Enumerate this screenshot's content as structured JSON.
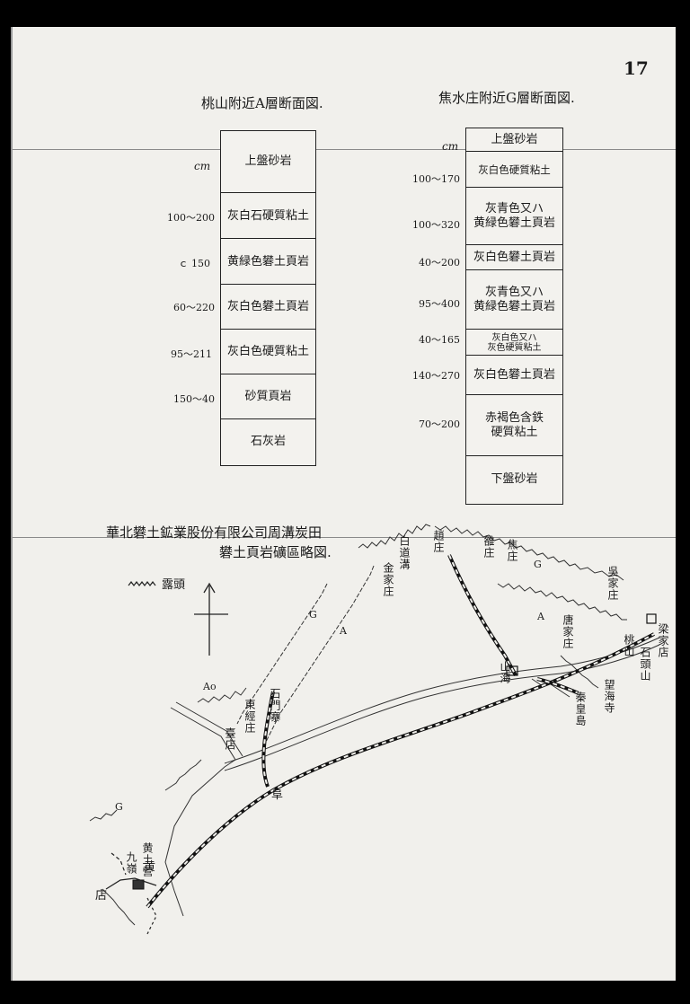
{
  "page_number": "17",
  "section1": {
    "title": "桃山附近A層断面図.",
    "unit": "cm",
    "layers": [
      {
        "thickness": "",
        "name": "上盤砂岩"
      },
      {
        "thickness": "100～200",
        "name": "灰白石硬質粘土"
      },
      {
        "thickness": "ｃ 150",
        "name": "黄緑色礬土頁岩"
      },
      {
        "thickness": "60～220",
        "name": "灰白色礬土頁岩"
      },
      {
        "thickness": "95～211",
        "name": "灰白色硬質粘土"
      },
      {
        "thickness": "150～40",
        "name": "砂質頁岩"
      },
      {
        "thickness": "",
        "name": "石灰岩"
      }
    ]
  },
  "section2": {
    "title": "焦水庄附近G層断面図.",
    "unit": "cm",
    "layers": [
      {
        "thickness": "",
        "name": "上盤砂岩"
      },
      {
        "thickness": "100～170",
        "name": "灰白色硬質粘土"
      },
      {
        "thickness": "100～320",
        "name_line1": "灰青色又ハ",
        "name_line2": "黄緑色礬土頁岩"
      },
      {
        "thickness": "40～200",
        "name": "灰白色礬土頁岩"
      },
      {
        "thickness": "95～400",
        "name_line1": "灰青色又ハ",
        "name_line2": "黄緑色礬土頁岩"
      },
      {
        "thickness": "40～165",
        "name_line1": "灰白色又ハ",
        "name_line2": "灰色硬質粘土"
      },
      {
        "thickness": "140～270",
        "name": "灰白色礬土頁岩"
      },
      {
        "thickness": "70～200",
        "name_line1": "赤褐色含鉄",
        "name_line2": "硬質粘土"
      },
      {
        "thickness": "",
        "name": "下盤砂岩"
      }
    ]
  },
  "map": {
    "title_line1": "華北礬土鉱業股份有限公司周溝炭田",
    "title_line2": "礬土頁岩礦區略図.",
    "legend": "露頭",
    "labels": {
      "ao": "Ao",
      "g_left": "G",
      "a_left": "A",
      "a_right": "A",
      "g_right": "G",
      "g_bottom": "G",
      "jinjiazhuang": "金家庄",
      "baidaogou": "白道溝",
      "zhaozhuang": "趙庄",
      "luozhuang": "雒庄",
      "jiaozhuang": "焦庄",
      "wujiazhuang": "吳家庄",
      "tangjiazhuang": "唐家庄",
      "liangjiadian": "梁家店",
      "taoshan": "桃山",
      "shitoushan": "石頭山",
      "wanghaisi": "望海寺",
      "qinhuangdao": "秦皇島",
      "dongjingzhuang": "東經庄",
      "shimenzhai": "石門寨",
      "tongdian": "臺店",
      "fu": "阜",
      "jiuling": "九嶺",
      "shanhai": "山海",
      "dian": "店",
      "huangtuying": "黄土營",
      "huang": "黄"
    }
  }
}
